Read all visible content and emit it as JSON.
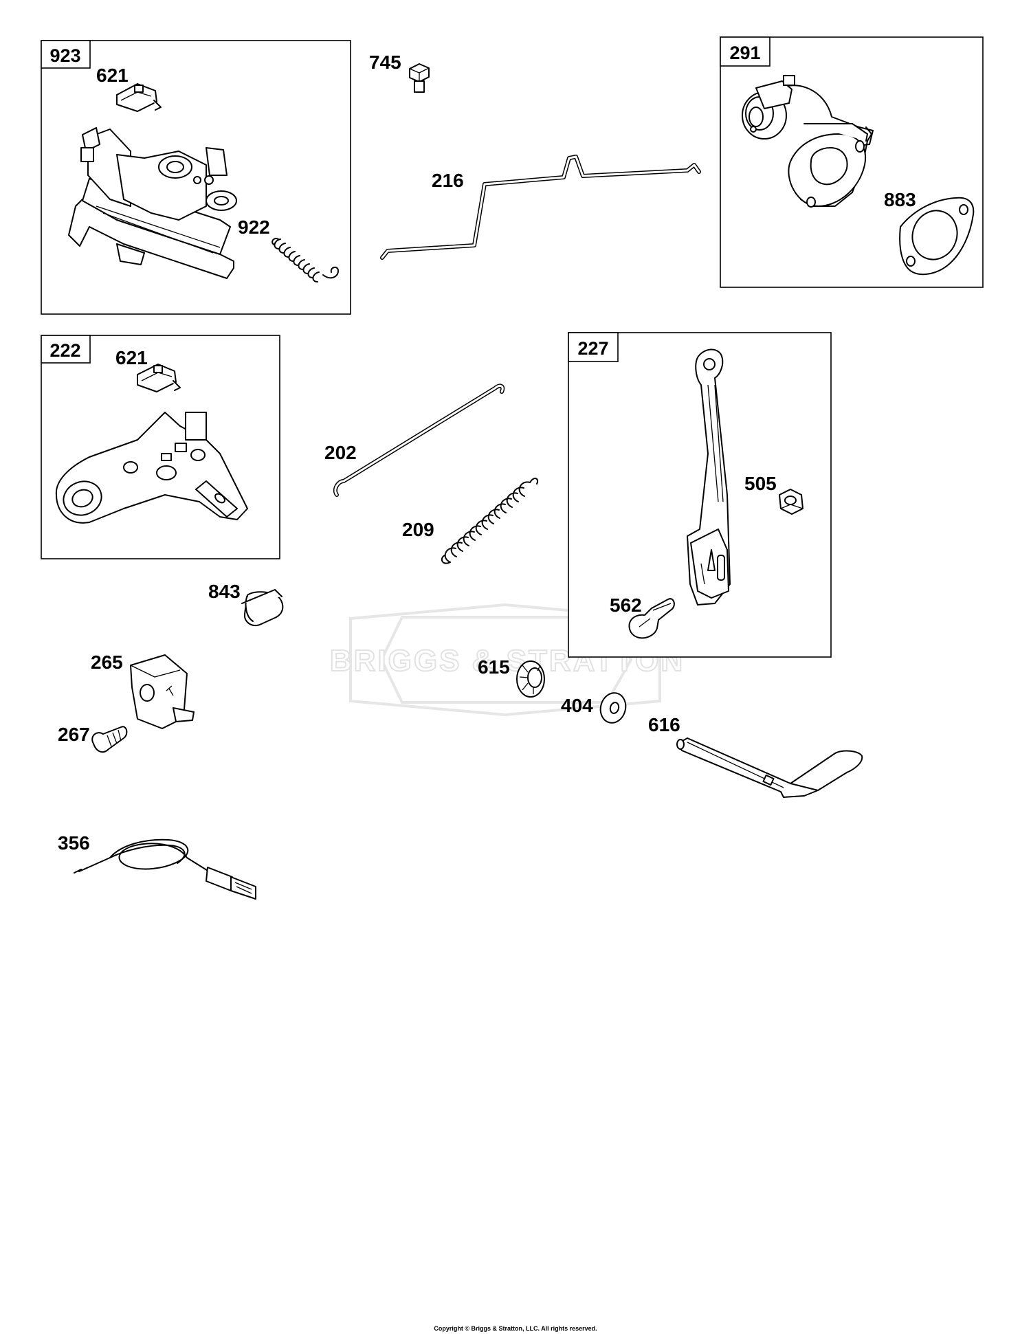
{
  "groups": [
    {
      "id": "923",
      "contains": [
        "621",
        "922"
      ]
    },
    {
      "id": "291",
      "contains": [
        "883"
      ]
    },
    {
      "id": "222",
      "contains": [
        "621"
      ]
    },
    {
      "id": "227",
      "contains": [
        "505",
        "562"
      ]
    }
  ],
  "callouts": {
    "g923": "923",
    "p621a": "621",
    "p922": "922",
    "p745": "745",
    "p216": "216",
    "g291": "291",
    "p883": "883",
    "g222": "222",
    "p621b": "621",
    "p202": "202",
    "p209": "209",
    "g227": "227",
    "p505": "505",
    "p562": "562",
    "p843": "843",
    "p265": "265",
    "p267": "267",
    "p615": "615",
    "p404": "404",
    "p616": "616",
    "p356": "356"
  },
  "watermark": "BRIGGS & STRATTON",
  "copyright": "Copyright © Briggs & Stratton, LLC. All rights reserved.",
  "colors": {
    "line": "#000000",
    "background": "#ffffff",
    "watermark": "#e2e2e2"
  }
}
